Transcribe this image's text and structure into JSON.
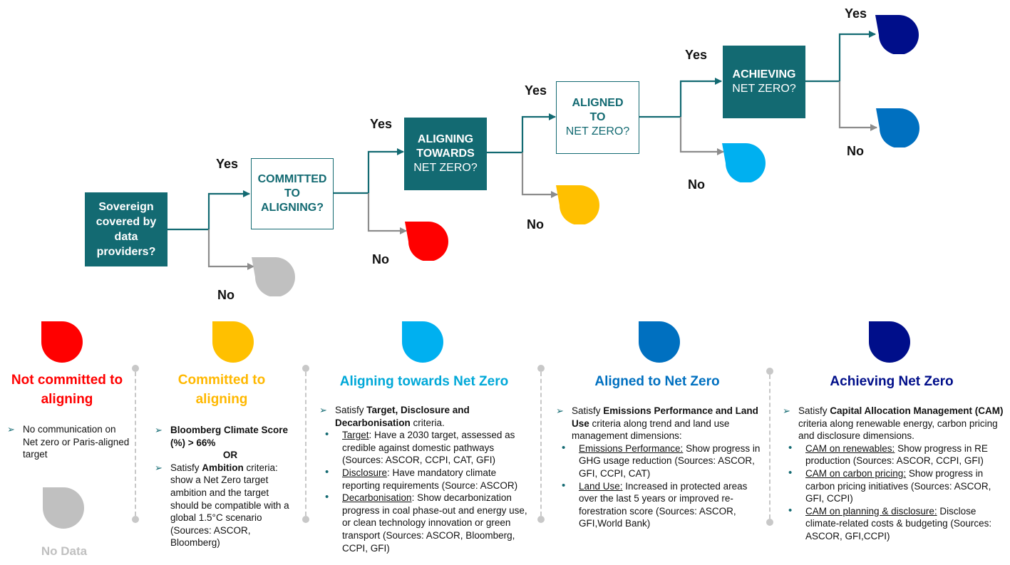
{
  "flow": {
    "start": "Sovereign covered by data providers?",
    "q1": {
      "line1": "COMMITTED",
      "line2": "TO",
      "line3": "ALIGNING?"
    },
    "q2": {
      "line1": "ALIGNING",
      "line2": "TOWARDS",
      "line3": "NET ZERO?"
    },
    "q3": {
      "line1": "ALIGNED",
      "line2": "TO",
      "line3": "NET ZERO?"
    },
    "q4": {
      "line1": "ACHIEVING",
      "line2": "NET ZERO?"
    },
    "yes": "Yes",
    "no": "No"
  },
  "colors": {
    "teal": "#136a72",
    "gray": "#c0c0c0",
    "red": "#ff0000",
    "yellow": "#ffc000",
    "lightblue": "#00b0f0",
    "midblue": "#0070c0",
    "navy": "#000e8a",
    "yellowtext": "#ffb800",
    "lightbluetext": "#00a8d8"
  },
  "categories": {
    "not_committed": {
      "title": "Not committed to aligning",
      "item": "No communication on Net zero or Paris-aligned target"
    },
    "no_data": {
      "title": "No Data"
    },
    "committed": {
      "title": "Committed to aligning",
      "item1_bold": "Bloomberg Climate Score (%) > 66%",
      "or": "OR",
      "item2_pre": "Satisfy ",
      "item2_bold": "Ambition",
      "item2_post": " criteria: show a Net Zero target ambition and the target should be compatible with a global 1.5°C scenario (Sources: ASCOR, Bloomberg)"
    },
    "aligning": {
      "title": "Aligning towards Net Zero",
      "lead_pre": "Satisfy ",
      "lead_bold": "Target, Disclosure and Decarbonisation",
      "lead_post": " criteria.",
      "b1_u": "Target",
      "b1": ": Have a 2030 target, assessed as credible against domestic pathways (Sources: ASCOR, CCPI, CAT, GFI)",
      "b2_u": "Disclosure",
      "b2": ": Have mandatory climate reporting requirements (Source: ASCOR)",
      "b3_u": "Decarbonisation",
      "b3": ": Show decarbonization progress in coal phase-out and energy use, or clean technology innovation or green transport (Sources: ASCOR, Bloomberg, CCPI, GFI)"
    },
    "aligned": {
      "title": "Aligned to Net Zero",
      "lead_pre": "Satisfy ",
      "lead_bold": "Emissions Performance and Land Use",
      "lead_post": " criteria along trend and land use management dimensions:",
      "b1_u": "Emissions Performance:",
      "b1": " Show progress in GHG usage reduction (Sources: ASCOR, GFI, CCPI, CAT)",
      "b2_u": "Land Use:",
      "b2": " Increased in protected areas over the last 5 years or improved re-forestration score (Sources: ASCOR, GFI,World Bank)"
    },
    "achieving": {
      "title": "Achieving Net Zero",
      "lead_pre": "Satisfy ",
      "lead_bold": "Capital Allocation Management (CAM)",
      "lead_post": " criteria along renewable energy, carbon pricing and disclosure dimensions.",
      "b1_u": "CAM on renewables:",
      "b1": " Show progress in RE production (Sources: ASCOR, CCPI, GFI)",
      "b2_u": "CAM on carbon pricing:",
      "b2": " Show progress in carbon pricing initiatives (Sources: ASCOR, GFI, CCPI)",
      "b3_u": "CAM on planning & disclosure:",
      "b3": " Disclose climate-related costs & budgeting (Sources: ASCOR, GFI,CCPI)"
    }
  },
  "icons": {
    "arrow": "chevron-arrow-icon",
    "bullet": "dot-bullet-icon",
    "drop": "teardrop-icon"
  }
}
